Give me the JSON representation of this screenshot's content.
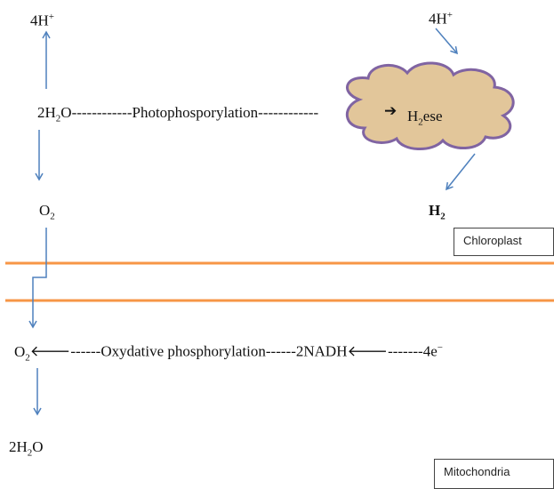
{
  "colors": {
    "arrow": "#4f81bd",
    "membrane": "#f79646",
    "enzyme_fill": "#e2c69a",
    "enzyme_stroke": "#8064a2",
    "text": "#111111"
  },
  "chloroplast": {
    "label": "Chloroplast",
    "left_protons": {
      "coef": "4H",
      "sup": "+"
    },
    "right_protons": {
      "coef": "4H",
      "sup": "+"
    },
    "water": {
      "a": "2H",
      "sub": "2",
      "b": "O"
    },
    "link": "------------Photophosporylation------------",
    "enzyme": {
      "a": "H",
      "sub": "2",
      "b": "ese"
    },
    "oxygen": {
      "a": "O",
      "sub": "2"
    },
    "hydrogen": {
      "a": "H",
      "sub": "2"
    }
  },
  "mitochondria": {
    "label": "Mitochondria",
    "oxygen": {
      "a": "O",
      "sub": "2"
    },
    "chain_1": "------Oxydative phosphorylation------2NADH",
    "chain_2": "-------4e",
    "electron_sup": "−",
    "water": {
      "a": "2H",
      "sub": "2",
      "b": "O"
    }
  }
}
